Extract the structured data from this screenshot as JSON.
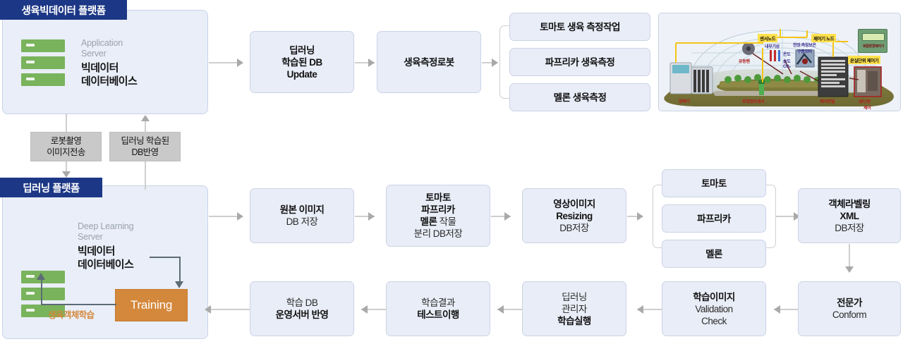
{
  "platforms": {
    "top": {
      "title": "생육빅데이터 플랫폼",
      "server_sub_line1": "Application",
      "server_sub_line2": "Server",
      "server_main_line1": "빅데이터",
      "server_main_line2": "데이터베이스",
      "icon": "server-icon"
    },
    "bottom": {
      "title": "딥러닝 플랫폼",
      "server_sub_line1": "Deep Learning",
      "server_sub_line2": "Server",
      "server_main_line1": "빅데이터",
      "server_main_line2": "데이터베이스",
      "training_label": "Training",
      "loop_label": "생육객체학습",
      "icon": "server-icon"
    }
  },
  "connector_labels": {
    "left": {
      "line1": "로봇촬영",
      "line2": "이미지전송"
    },
    "right": {
      "line1": "딥러닝 학습된",
      "line2": "DB반영"
    }
  },
  "top_flow": {
    "deep_update": {
      "line1": "딥러닝",
      "line2": "학습된 DB",
      "line3": "Update"
    },
    "robot": {
      "line1": "생육측정로봇"
    },
    "branch": [
      {
        "label": "토마토 생육 측정작업"
      },
      {
        "label": "파프리카 생육측정"
      },
      {
        "label": "멜론 생육측정"
      }
    ]
  },
  "mid_flow": {
    "original_image": {
      "line1": "원본 이미지",
      "line2": "DB 저장"
    },
    "crop_split": {
      "line1": "토마토",
      "line2": "파프리카",
      "line3_b": "멜론",
      "line3_n": " 작물",
      "line4": "분리 DB저장"
    },
    "resizing": {
      "line1": "영상이미지",
      "line2": "Resizing",
      "line3": "DB저장"
    },
    "crops": [
      {
        "label": "토마토"
      },
      {
        "label": "파프리카"
      },
      {
        "label": "멜론"
      }
    ],
    "labeling": {
      "line1": "객체라벨링",
      "line2": "XML",
      "line3": "DB저장"
    }
  },
  "bottom_flow": {
    "expert": {
      "line1": "전문가",
      "line2": "Conform"
    },
    "validation": {
      "line1": "학습이미지",
      "line2": "Validation",
      "line3": "Check"
    },
    "train_exec": {
      "line1": "딥러닝",
      "line2": "관리자",
      "line3": "학습실행"
    },
    "test": {
      "line1": "학습결과",
      "line2": "테스트이행"
    },
    "deploy": {
      "line1": "학습 DB",
      "line2": "운영서버 반영"
    }
  },
  "greenhouse": {
    "caption_sensor_node": "센서노드",
    "caption_controller_node": "제어기 노드",
    "caption_greenhouse_unit": "온실단위 제어기",
    "label_internal_climate": "내부기상",
    "label_temp": "온도",
    "label_humidity": "습도",
    "label_co2": "CO₂",
    "label_ceiling_motor_1": "천장.측창보온",
    "label_ceiling_motor_2": "구동모터",
    "label_circulator": "유동팬",
    "label_cooler": "냉/난방",
    "label_cooler2": "제어",
    "label_control_panel": "제어판넬",
    "label_soil_sensor": "토양정보센서",
    "label_nutrient": "양액기",
    "label_device": "복합환경제어기"
  },
  "colors": {
    "header_navy": "#1c3786",
    "panel_bg": "#e9eef8",
    "box_bg": "#e9edf7",
    "training_orange": "#d4883b",
    "server_green": "#79b35c",
    "gray_label": "#c9c9c9",
    "arrow_gray": "#a9a9a9"
  }
}
